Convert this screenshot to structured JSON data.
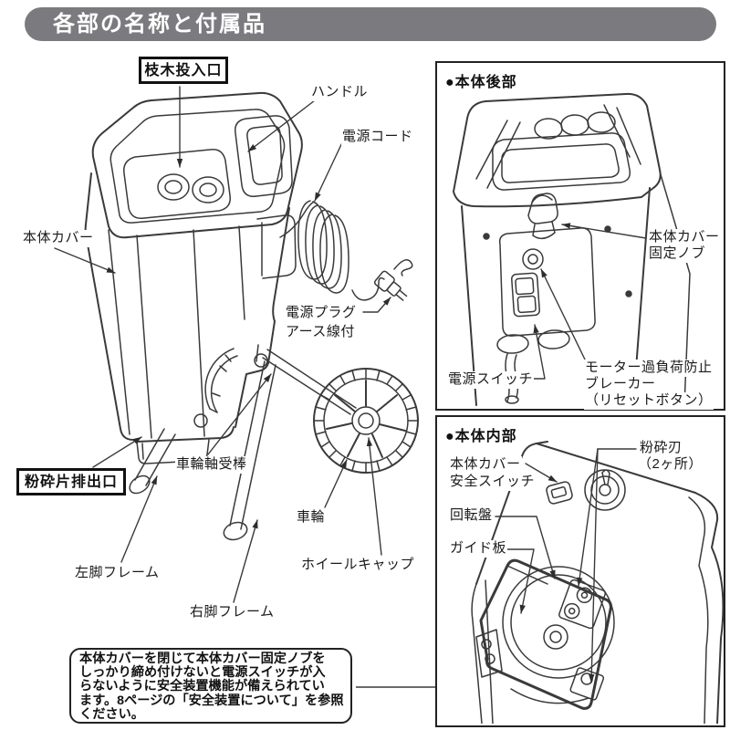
{
  "header": {
    "title": "各部の名称と付属品"
  },
  "main_diagram": {
    "boxed_labels": {
      "branch_inlet": "枝木投入口",
      "shred_outlet": "粉砕片排出口"
    },
    "labels": {
      "handle": "ハンドル",
      "power_cord": "電源コード",
      "body_cover": "本体カバー",
      "power_plug": [
        "電源プラグ",
        "アース線付"
      ],
      "wheel_axle_bar": "車輪軸受棒",
      "wheel": "車輪",
      "wheel_cap": "ホイールキャップ",
      "left_leg_frame": "左脚フレーム",
      "right_leg_frame": "右脚フレーム"
    }
  },
  "rear_panel": {
    "heading": "●本体後部",
    "labels": {
      "cover_fixing_knob": [
        "本体カバー",
        "固定ノブ"
      ],
      "power_switch": "電源スイッチ",
      "overload_breaker": [
        "モーター過負荷防止",
        "ブレーカー",
        "（リセットボタン）"
      ]
    }
  },
  "inner_panel": {
    "heading": "●本体内部",
    "labels": {
      "shredding_blades": [
        "粉砕刃",
        "（2ヶ所）"
      ],
      "cover_safety_switch": [
        "本体カバー",
        "安全スイッチ"
      ],
      "rotating_disc": "回転盤",
      "guide_plate": "ガイド板"
    }
  },
  "note_box": {
    "lines": [
      "本体カバーを閉じて本体カバー固定ノブを",
      "しっかり締め付けないと電源スイッチが入",
      "らないように安全装置機能が備えられてい",
      "ます。8ページの「安全装置について」を参照",
      "ください。"
    ]
  },
  "colors": {
    "header_bg": "#7b7b7f",
    "header_text": "#ffffff",
    "line_art": "#3a3a3a",
    "label_text": "#1a1a1a"
  }
}
